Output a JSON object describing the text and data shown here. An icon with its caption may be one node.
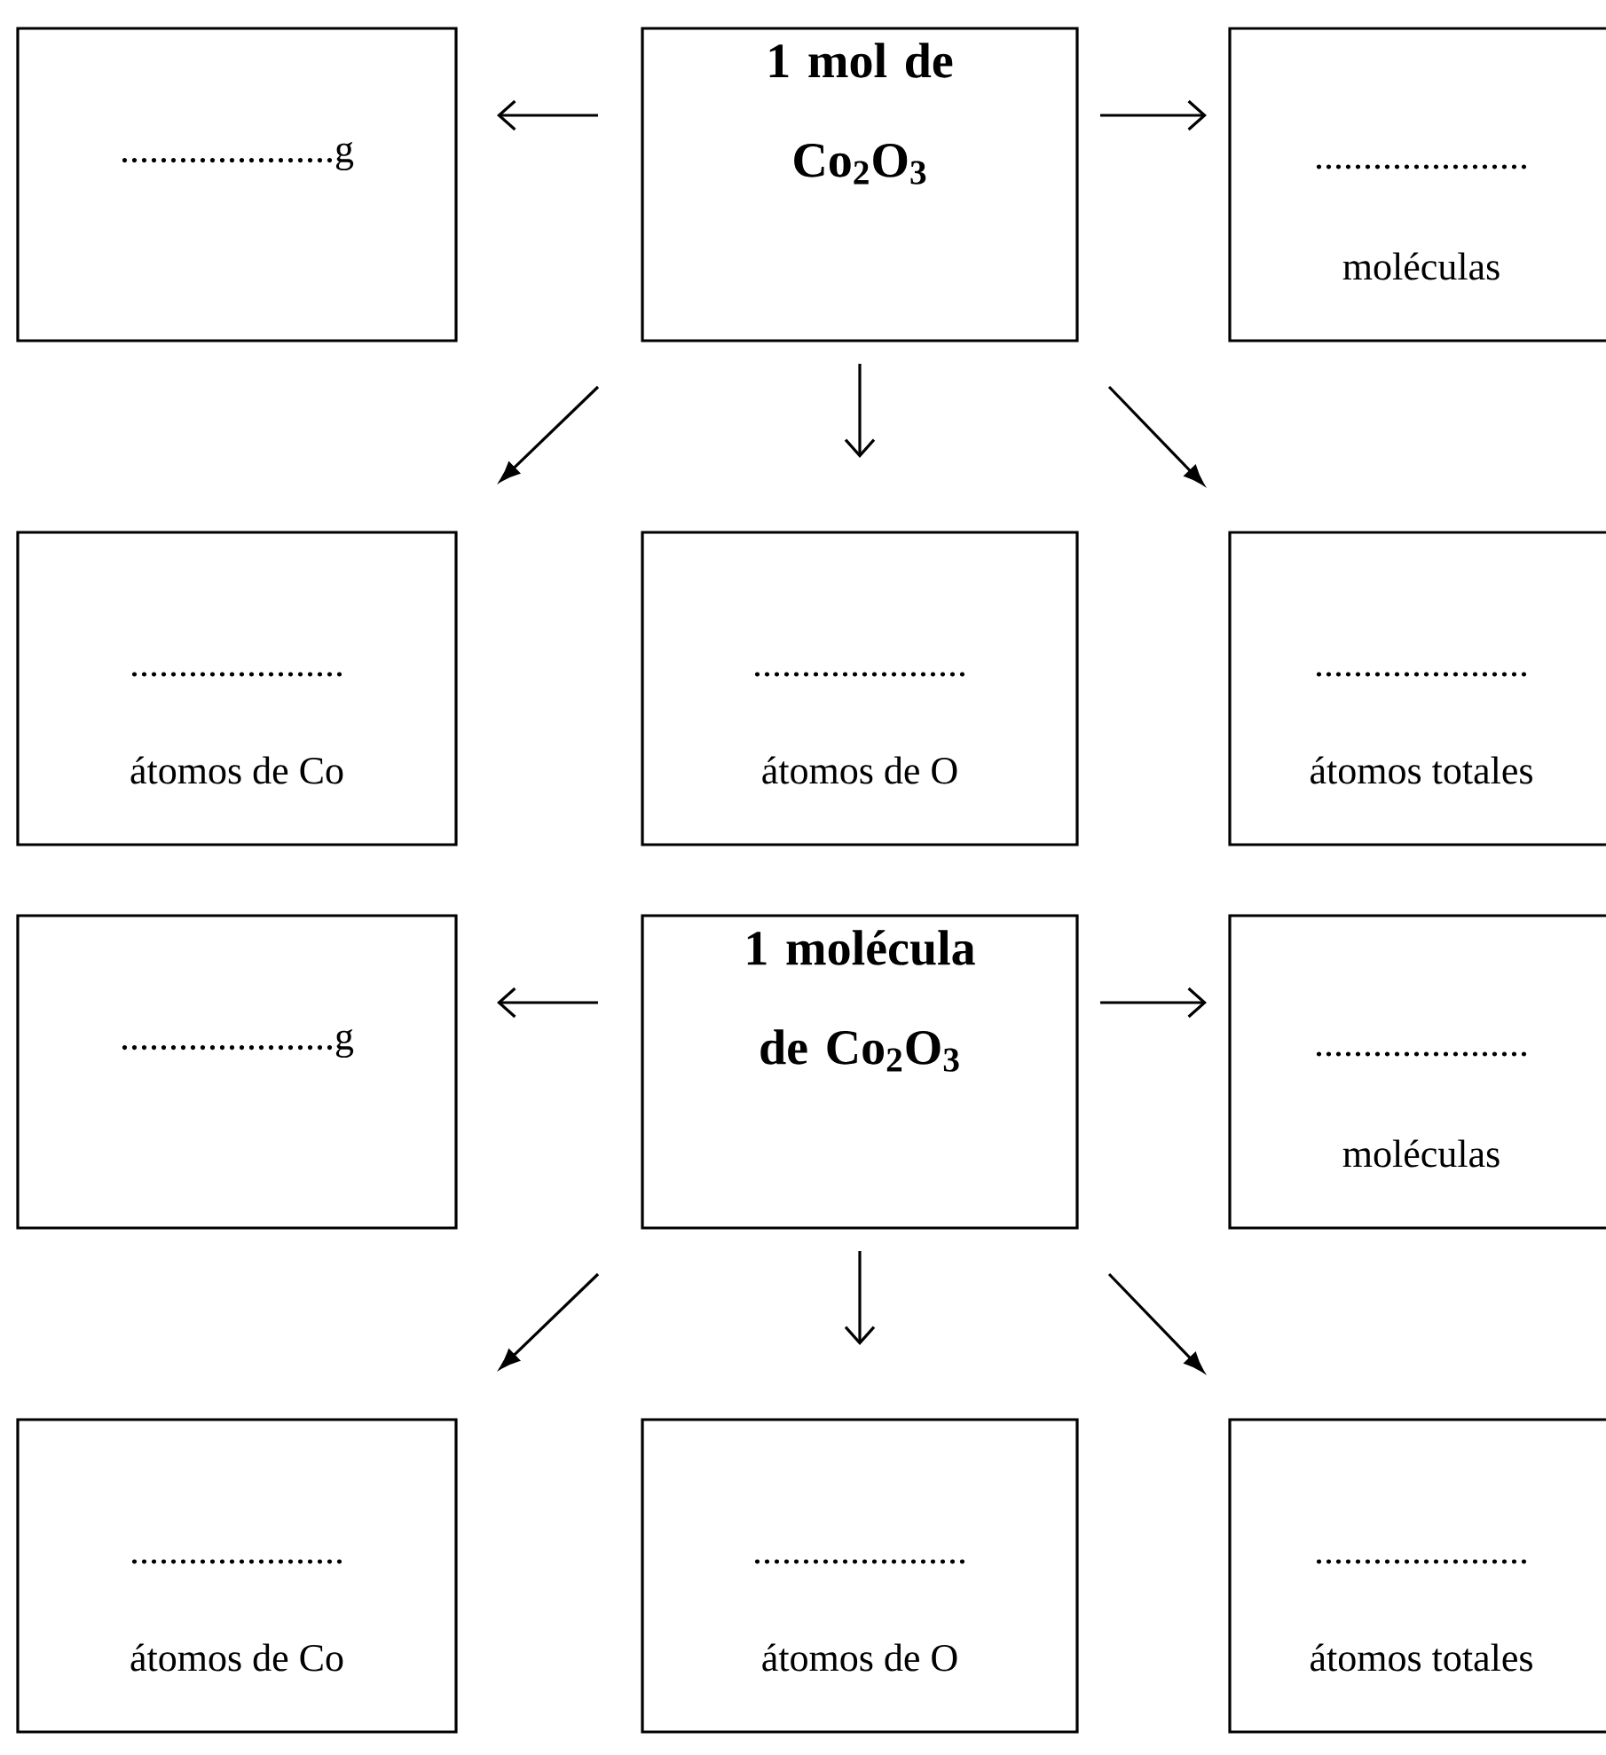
{
  "diagram": {
    "nodes": [
      {
        "text": [
          "1 mol de Co$_{2}$O$_{3}$"
        ]
      },
      {
        "text": [
          "......................g"
        ]
      },
      {
        "text": [
          "......................",
          "moléculas"
        ]
      },
      {
        "text": [
          "......................",
          "átomos de Co"
        ]
      },
      {
        "text": [
          "......................",
          "átomos de O"
        ]
      },
      {
        "text": [
          "......................",
          "átomos totales"
        ]
      },
      {
        "text": [
          "1 molécula de Co$_{2}$O$_{3}$"
        ]
      },
      {
        "text": [
          "......................g"
        ]
      },
      {
        "text": [
          "......................",
          "moléculas"
        ]
      },
      {
        "text": [
          "......................",
          "átomos de Co"
        ]
      },
      {
        "text": [
          "......................",
          "átomos de O"
        ]
      },
      {
        "text": [
          "......................",
          "átomos totales"
        ]
      }
    ],
    "edges": [
      {
        "from": 0,
        "to": 1,
        "arrow": "to"
      },
      {
        "from": 0,
        "to": 2,
        "arrow": "to"
      },
      {
        "from": 0,
        "to": 3,
        "arrow": "to"
      },
      {
        "from": 0,
        "to": 4,
        "arrow": "to"
      },
      {
        "from": 0,
        "to": 5,
        "arrow": "to"
      },
      {
        "from": 6,
        "to": 7,
        "arrow": "to"
      },
      {
        "from": 6,
        "to": 8,
        "arrow": "to"
      },
      {
        "from": 6,
        "to": 9,
        "arrow": "to"
      },
      {
        "from": 6,
        "to": 10,
        "arrow": "to"
      },
      {
        "from": 6,
        "to": 11,
        "arrow": "to"
      }
    ]
  }
}
